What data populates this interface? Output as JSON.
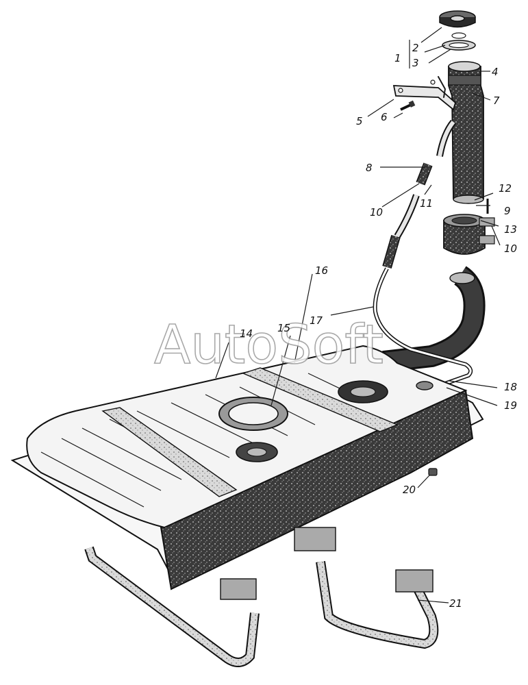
{
  "watermark": "AutoSoft",
  "callouts": [
    {
      "id": "c1",
      "text": "1"
    },
    {
      "id": "c2",
      "text": "2"
    },
    {
      "id": "c3",
      "text": "3"
    },
    {
      "id": "c4",
      "text": "4"
    },
    {
      "id": "c5",
      "text": "5"
    },
    {
      "id": "c6",
      "text": "6"
    },
    {
      "id": "c7",
      "text": "7"
    },
    {
      "id": "c8",
      "text": "8"
    },
    {
      "id": "c9",
      "text": "9"
    },
    {
      "id": "c10a",
      "text": "10"
    },
    {
      "id": "c10b",
      "text": "10"
    },
    {
      "id": "c11",
      "text": "11"
    },
    {
      "id": "c12",
      "text": "12"
    },
    {
      "id": "c13",
      "text": "13"
    },
    {
      "id": "c14",
      "text": "14"
    },
    {
      "id": "c15",
      "text": "15"
    },
    {
      "id": "c16",
      "text": "16"
    },
    {
      "id": "c17",
      "text": "17"
    },
    {
      "id": "c18",
      "text": "18"
    },
    {
      "id": "c19",
      "text": "19"
    },
    {
      "id": "c20",
      "text": "20"
    },
    {
      "id": "c21",
      "text": "21"
    }
  ]
}
